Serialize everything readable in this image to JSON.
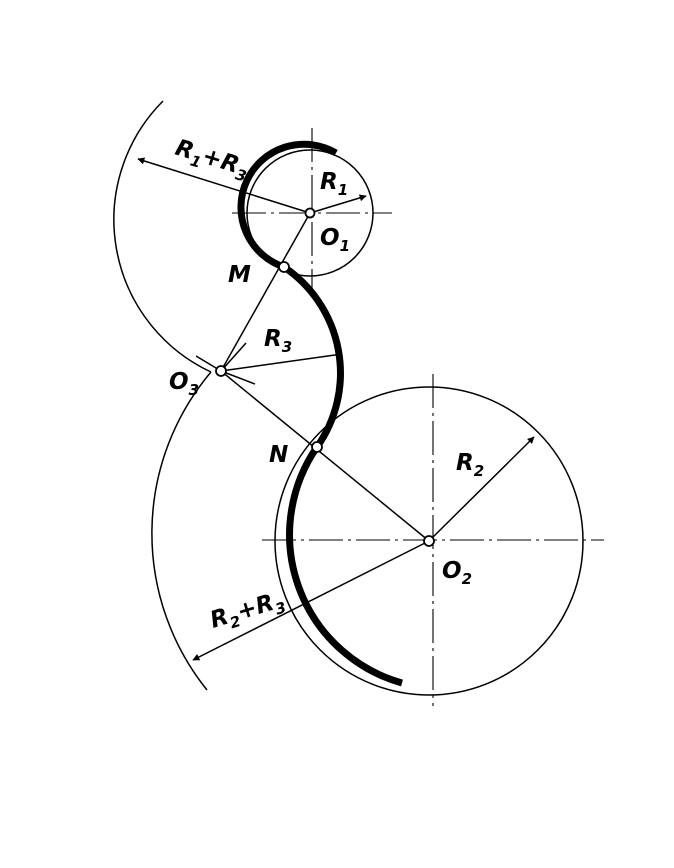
{
  "labels": {
    "r1_plus_r3": {
      "a": "R",
      "a_sub": "1",
      "plus": "+",
      "b": "R",
      "b_sub": "3"
    },
    "r1": {
      "a": "R",
      "a_sub": "1"
    },
    "o1": {
      "a": "O",
      "a_sub": "1"
    },
    "m": "M",
    "r3": {
      "a": "R",
      "a_sub": "3"
    },
    "o3": {
      "a": "O",
      "a_sub": "3"
    },
    "n": "N",
    "r2": {
      "a": "R",
      "a_sub": "2"
    },
    "o2": {
      "a": "O",
      "a_sub": "2"
    },
    "r2_plus_r3": {
      "a": "R",
      "a_sub": "2",
      "plus": "+",
      "b": "R",
      "b_sub": "3"
    }
  }
}
